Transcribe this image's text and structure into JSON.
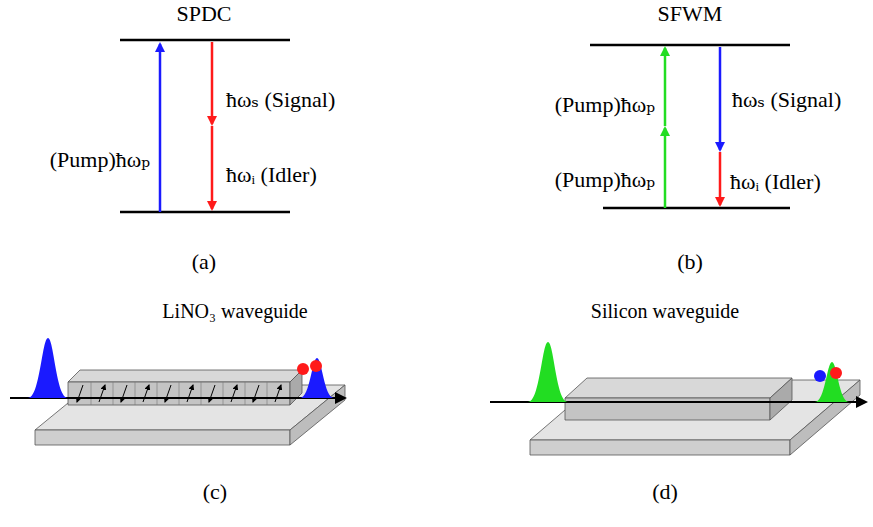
{
  "diagram": {
    "labels": [
      "SPDC",
      "(Pump)ħωₚ",
      "ħωₛ (Signal)",
      "ħωᵢ (Idler)",
      "(a)",
      "SFWM",
      "(Pump)ħωₚ",
      "(Pump)ħωₚ",
      "ħωₛ (Signal)",
      "ħωᵢ (Idler)",
      "(b)",
      "LiNO₃ waveguide",
      "(c)",
      "Silicon waveguide",
      "(d)"
    ]
  }
}
